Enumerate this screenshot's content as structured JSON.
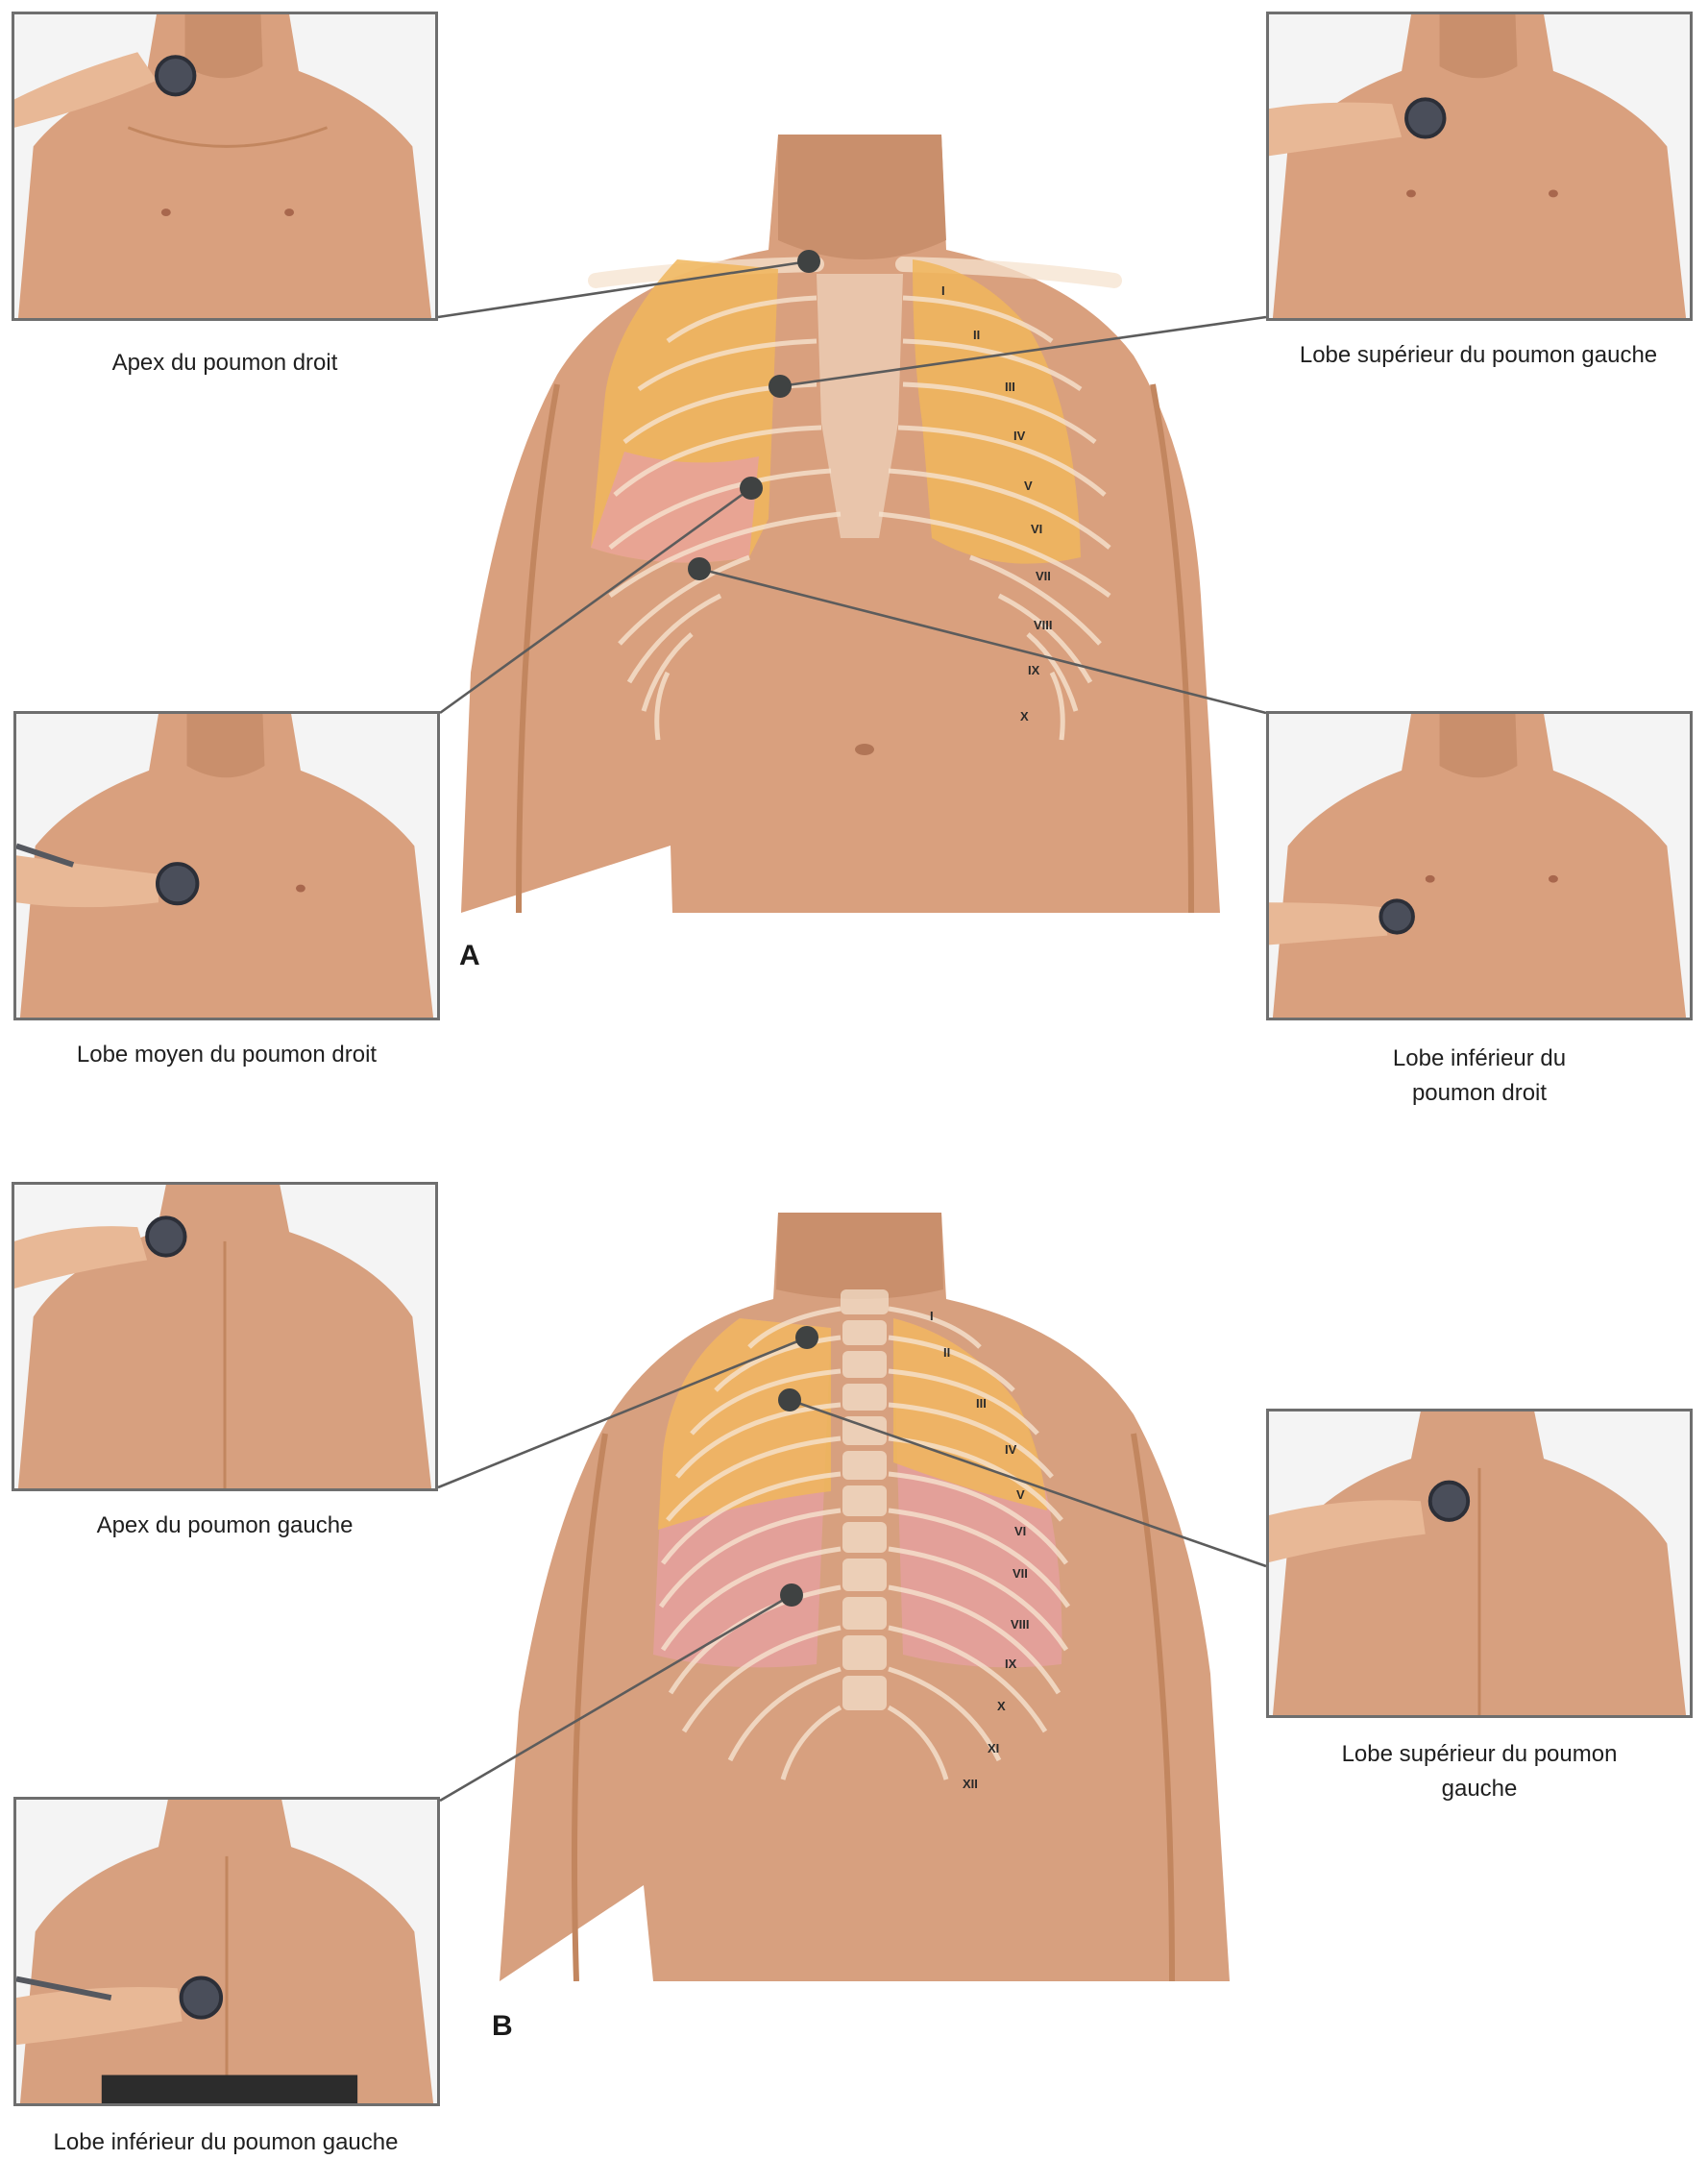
{
  "panels": {
    "a": {
      "letter": "A"
    },
    "b": {
      "letter": "B"
    }
  },
  "captions": {
    "apex_right": "Apex du poumon droit",
    "upper_left_front": "Lobe supérieur du poumon gauche",
    "middle_right": "Lobe moyen du poumon droit",
    "lower_right_line1": "Lobe inférieur du",
    "lower_right_line2": "poumon droit",
    "apex_left": "Apex du poumon gauche",
    "upper_left_back_line1": "Lobe supérieur du poumon",
    "upper_left_back_line2": "gauche",
    "lower_left": "Lobe inférieur du poumon gauche"
  },
  "rib_labels_front": [
    "I",
    "II",
    "III",
    "IV",
    "V",
    "VI",
    "VII",
    "VIII",
    "IX",
    "X"
  ],
  "rib_labels_back": [
    "I",
    "II",
    "III",
    "IV",
    "V",
    "VI",
    "VII",
    "VIII",
    "IX",
    "X",
    "XI",
    "XII"
  ],
  "colors": {
    "skin": "#d9a07e",
    "skin_shadow": "#c2865f",
    "lung_upper": "#f0b65c",
    "lung_lower": "#e6a0a0",
    "bone": "#f6e3cf",
    "leader": "#5c5c5c",
    "frame": "#6e6e6e"
  }
}
